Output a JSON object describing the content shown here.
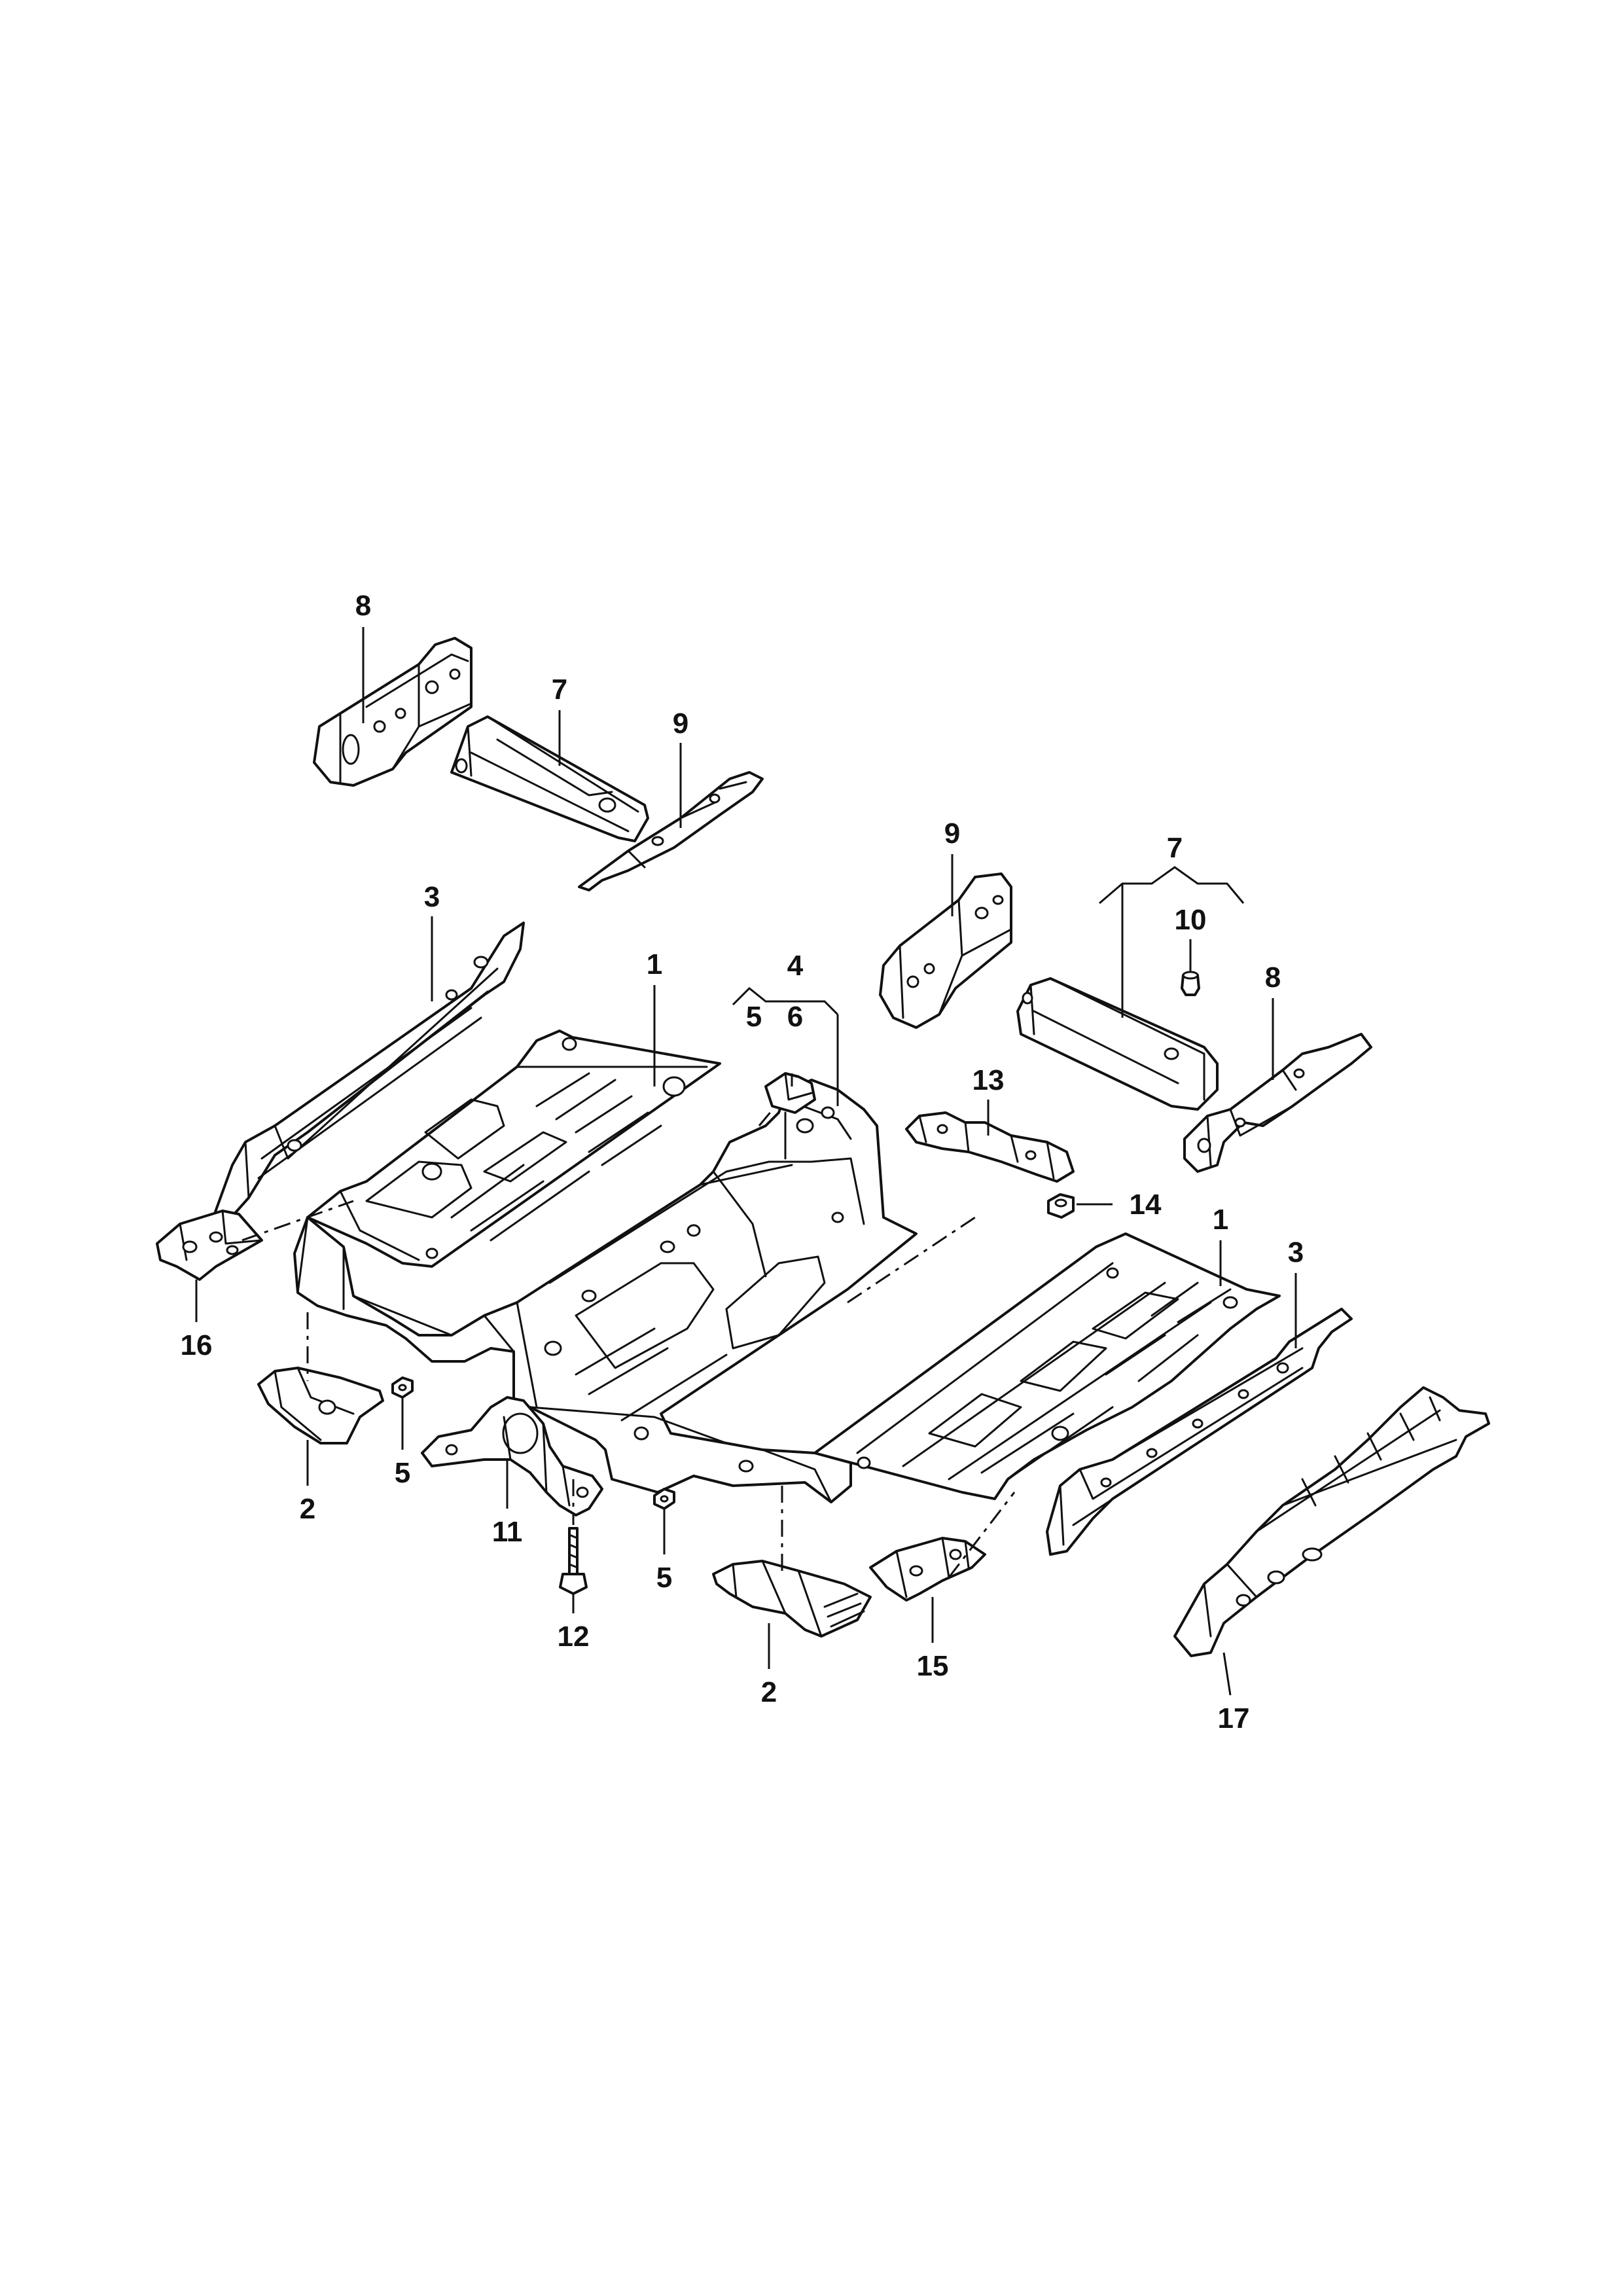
{
  "callouts": [
    {
      "id": "c8a",
      "label": "8"
    },
    {
      "id": "c7a",
      "label": "7"
    },
    {
      "id": "c9a",
      "label": "9"
    },
    {
      "id": "c3a",
      "label": "3"
    },
    {
      "id": "c1a",
      "label": "1"
    },
    {
      "id": "c4",
      "label": "4"
    },
    {
      "id": "c5a",
      "label": "5"
    },
    {
      "id": "c6",
      "label": "6"
    },
    {
      "id": "c9b",
      "label": "9"
    },
    {
      "id": "c7b",
      "label": "7"
    },
    {
      "id": "c10",
      "label": "10"
    },
    {
      "id": "c8b",
      "label": "8"
    },
    {
      "id": "c13",
      "label": "13"
    },
    {
      "id": "c14",
      "label": "14"
    },
    {
      "id": "c1b",
      "label": "1"
    },
    {
      "id": "c3b",
      "label": "3"
    },
    {
      "id": "c16",
      "label": "16"
    },
    {
      "id": "c5b",
      "label": "5"
    },
    {
      "id": "c2a",
      "label": "2"
    },
    {
      "id": "c11",
      "label": "11"
    },
    {
      "id": "c5c",
      "label": "5"
    },
    {
      "id": "c12",
      "label": "12"
    },
    {
      "id": "c2b",
      "label": "2"
    },
    {
      "id": "c15",
      "label": "15"
    },
    {
      "id": "c17",
      "label": "17"
    }
  ],
  "parts": [
    {
      "id": "p8a",
      "icon": "rear-crossmember-bracket-left-icon"
    },
    {
      "id": "p7a",
      "icon": "seat-crossmember-left-icon"
    },
    {
      "id": "p9a",
      "icon": "reinforcement-strip-left-icon"
    },
    {
      "id": "p3a",
      "icon": "side-sill-member-left-icon"
    },
    {
      "id": "p1a",
      "icon": "floor-panel-left-icon"
    },
    {
      "id": "p4",
      "icon": "center-tunnel-floor-icon"
    },
    {
      "id": "p6",
      "icon": "tunnel-bracket-icon"
    },
    {
      "id": "p9b",
      "icon": "crossmember-bracket-right-icon"
    },
    {
      "id": "p7b",
      "icon": "seat-crossmember-right-icon"
    },
    {
      "id": "p10",
      "icon": "weld-nut-icon"
    },
    {
      "id": "p8b",
      "icon": "rear-crossmember-bracket-right-icon"
    },
    {
      "id": "p13",
      "icon": "tunnel-reinforcement-bracket-icon"
    },
    {
      "id": "p14",
      "icon": "nut-icon"
    },
    {
      "id": "p1b",
      "icon": "floor-panel-right-icon"
    },
    {
      "id": "p3b",
      "icon": "side-sill-member-right-icon"
    },
    {
      "id": "p16",
      "icon": "mounting-plate-left-icon"
    },
    {
      "id": "p5b",
      "icon": "clip-nut-icon"
    },
    {
      "id": "p2a",
      "icon": "footwell-extension-left-icon"
    },
    {
      "id": "p11",
      "icon": "mount-bracket-icon"
    },
    {
      "id": "p5c",
      "icon": "clip-nut-icon"
    },
    {
      "id": "p12",
      "icon": "bolt-icon"
    },
    {
      "id": "p2b",
      "icon": "footwell-extension-right-icon"
    },
    {
      "id": "p15",
      "icon": "mounting-plate-right-icon"
    },
    {
      "id": "p17",
      "icon": "outer-sill-panel-icon"
    }
  ]
}
